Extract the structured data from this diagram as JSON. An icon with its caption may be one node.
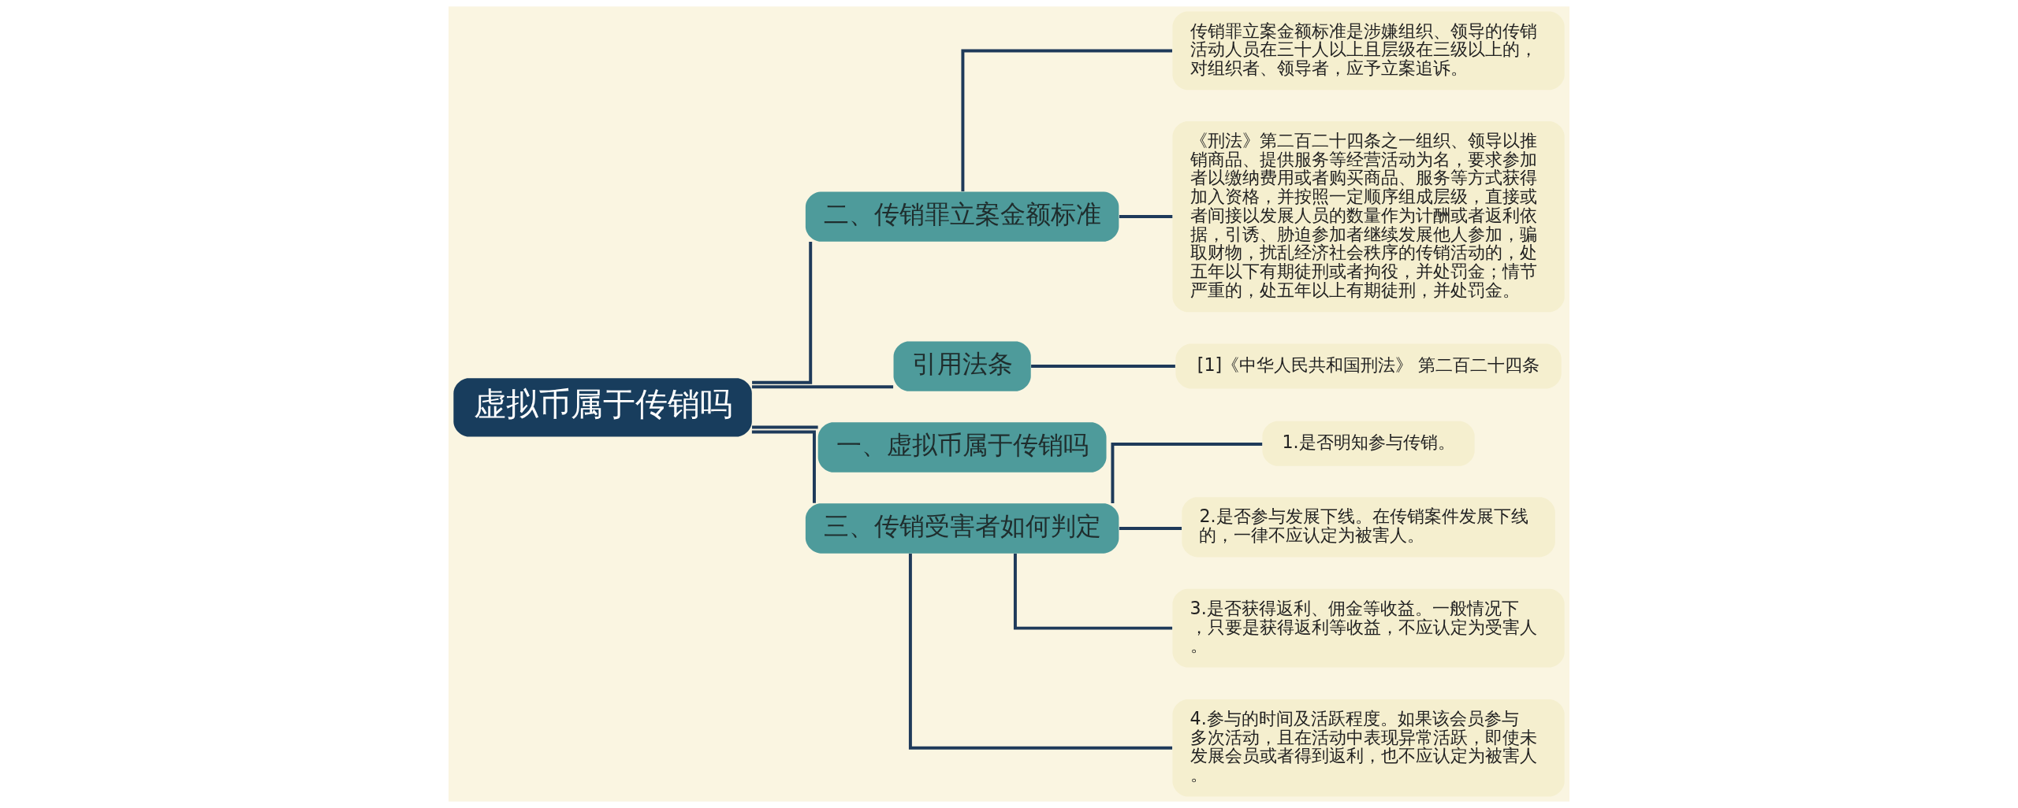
{
  "diagram": {
    "nodes": [
      {
        "text": [
          "虚拟币属于传销吗"
        ]
      },
      {
        "text": [
          "二、传销罪立案金额标准"
        ]
      },
      {
        "text": [
          "传销罪立案金额标准是涉嫌组织、领导的传销活动人员在三十人以上且层级在三级以上的，对组织者、领导者，应予立案追诉。"
        ]
      },
      {
        "text": [
          "《刑法》第二百二十四条之一组织、领导以推销商品、提供服务等经营活动为名，要求参加者以缴纳费用或者购买商品、服务等方式获得加入资格，并按照一定顺序组成层级，直接或者间接以发展人员的数量作为计酬或者返利依据，引诱、胁迫参加者继续发展他人参加，骗取财物，扰乱经济社会秩序的传销活动的，处五年以下有期徒刑或者拘役，并处罚金；情节严重的，处五年以上有期徒刑，并处罚金。"
        ]
      },
      {
        "text": [
          "引用法条"
        ]
      },
      {
        "text": [
          "[1]《中华人民共和国刑法》 第二百二十四条"
        ]
      },
      {
        "text": [
          "一、虚拟币属于传销吗"
        ]
      },
      {
        "text": [
          "三、传销受害者如何判定"
        ]
      },
      {
        "text": [
          "1.是否明知参与传销。"
        ]
      },
      {
        "text": [
          "2.是否参与发展下线。在传销案件发展下线的，一律不应认定为被害人。"
        ]
      },
      {
        "text": [
          "3.是否获得返利、佣金等收益。一般情况下，只要是获得返利等收益，不应认定为受害人。"
        ]
      },
      {
        "text": [
          "4.参与的时间及活跃程度。如果该会员参与多次活动，且在活动中表现异常活跃，即使未发展会员或者得到返利，也不应认定为被害人。"
        ]
      }
    ],
    "edges": [
      {
        "from": 0,
        "to": 1,
        "arrow": "none"
      },
      {
        "from": 1,
        "to": 2,
        "arrow": "none"
      },
      {
        "from": 1,
        "to": 3,
        "arrow": "none"
      },
      {
        "from": 0,
        "to": 4,
        "arrow": "none"
      },
      {
        "from": 4,
        "to": 5,
        "arrow": "none"
      },
      {
        "from": 0,
        "to": 6,
        "arrow": "none"
      },
      {
        "from": 0,
        "to": 7,
        "arrow": "none"
      },
      {
        "from": 7,
        "to": 8,
        "arrow": "none"
      },
      {
        "from": 7,
        "to": 9,
        "arrow": "none"
      },
      {
        "from": 7,
        "to": 10,
        "arrow": "none"
      },
      {
        "from": 7,
        "to": 11,
        "arrow": "none"
      }
    ]
  }
}
